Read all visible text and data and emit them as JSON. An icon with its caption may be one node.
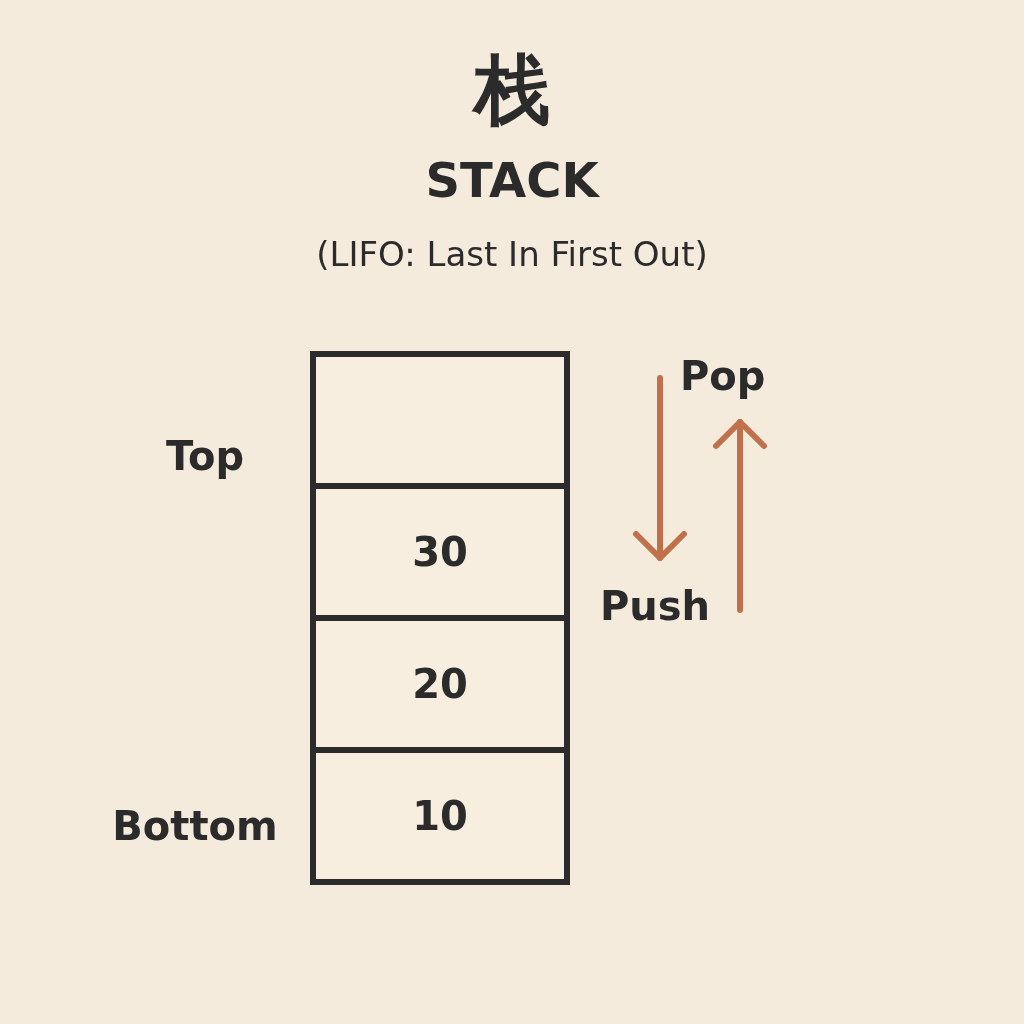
{
  "diagram": {
    "title": "栈",
    "nodes": [
      {
        "text": [],
        "shape": "box"
      },
      {
        "text": [
          "30"
        ]
      },
      {
        "text": [
          "20"
        ]
      },
      {
        "text": [
          "10"
        ]
      }
    ],
    "labels": [
      "STACK",
      "(LIFO: Last In First Out)",
      "Pop",
      "Top",
      "Push",
      "Bottom"
    ]
  }
}
